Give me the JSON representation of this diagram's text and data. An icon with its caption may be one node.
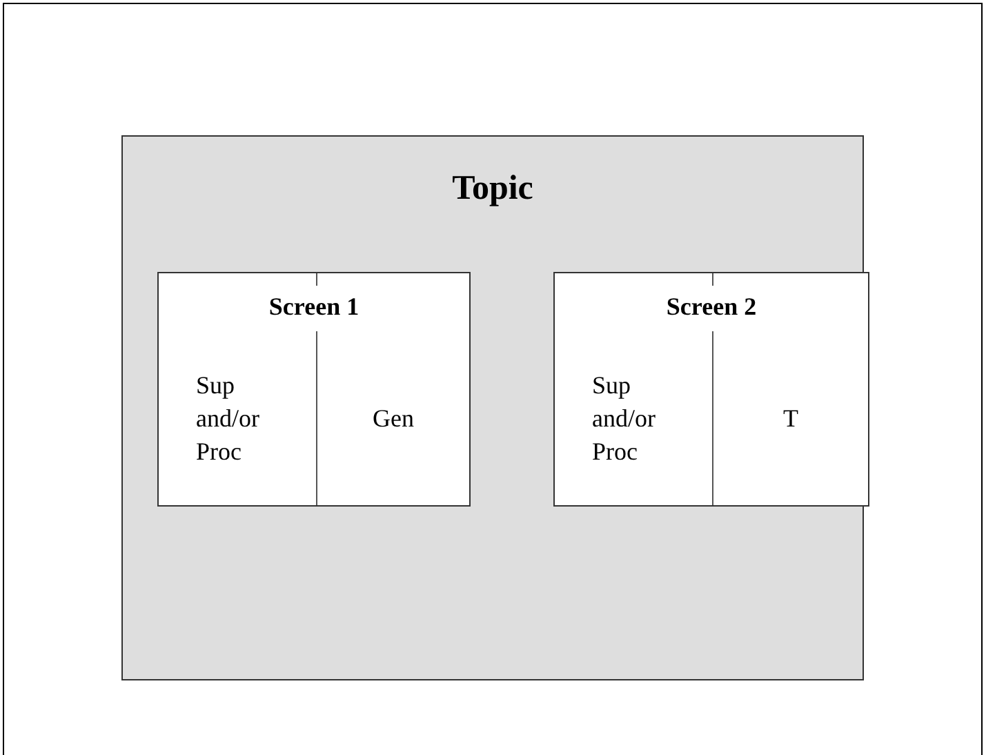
{
  "diagram": {
    "nodes": [
      {
        "text": [
          "Topic"
        ]
      },
      {
        "text": [
          "Screen 1"
        ],
        "in": 0
      },
      {
        "text": [
          "Sup and/or Proc"
        ],
        "in": 1
      },
      {
        "text": [
          "Gen"
        ],
        "in": 1
      },
      {
        "text": [
          "Screen 2"
        ],
        "in": 0
      },
      {
        "text": [
          "Sup and/or Proc"
        ],
        "in": 4
      },
      {
        "text": [
          "T"
        ],
        "in": 4
      }
    ]
  }
}
